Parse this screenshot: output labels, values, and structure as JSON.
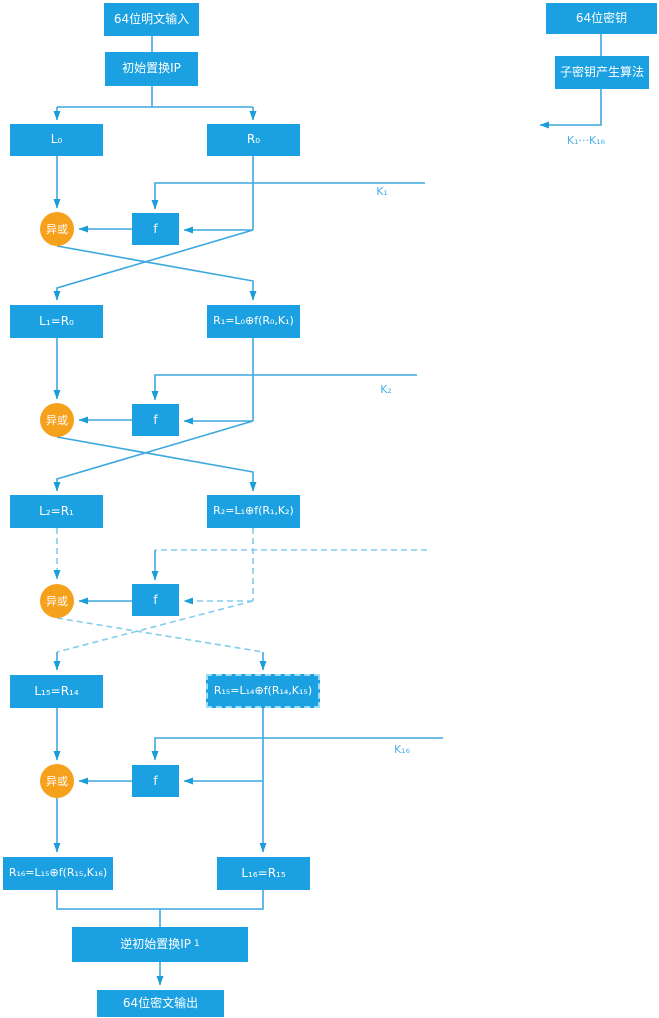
{
  "diagram_type": "DES-feistel-flowchart",
  "colors": {
    "node_fill": "#1BA1E2",
    "xor_fill": "#F5A11C",
    "node_text": "#FFFFFF",
    "line": "#3DA8DF",
    "dashed_line": "#85CCEF",
    "key_label_text": "#4DB1EA"
  },
  "nodes": {
    "plaintext_input": {
      "label": "64位明文输入"
    },
    "initial_permutation": {
      "label": "初始置换IP"
    },
    "key_input": {
      "label": "64位密钥"
    },
    "subkey_algorithm": {
      "label": "子密钥产生算法"
    },
    "subkeys_range": {
      "label": "K₁···K₁₆"
    },
    "l0": {
      "label": "L₀"
    },
    "r0": {
      "label": "R₀"
    },
    "xor": {
      "label": "异或"
    },
    "f": {
      "label": "f"
    },
    "k1": {
      "label": "K₁"
    },
    "k2": {
      "label": "K₂"
    },
    "k16": {
      "label": "K₁₆"
    },
    "l1": {
      "label": "L₁=R₀"
    },
    "r1": {
      "label": "R₁=L₀⊕f(R₀,K₁)"
    },
    "l2": {
      "label": "L₂=R₁"
    },
    "r2": {
      "label": "R₂=L₁⊕f(R₁,K₂)"
    },
    "l15": {
      "label": "L₁₅=R₁₄"
    },
    "r15": {
      "label": "R₁₅=L₁₄⊕f(R₁₄,K₁₅)"
    },
    "r16": {
      "label": "R₁₆=L₁₅⊕f(R₁₅,K₁₆)"
    },
    "l16": {
      "label": "L₁₆=R₁₅"
    },
    "inverse_permutation": {
      "label": "逆初始置换IP",
      "sup": "1"
    },
    "ciphertext_output": {
      "label": "64位密文输出"
    }
  }
}
